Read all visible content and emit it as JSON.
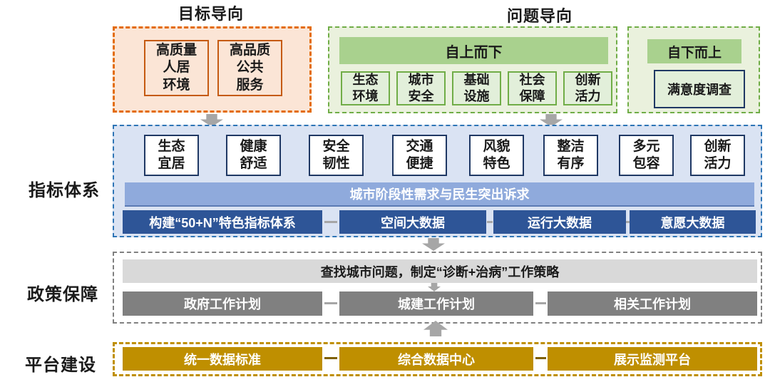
{
  "top_labels": {
    "goal": "目标导向",
    "problem": "问题导向"
  },
  "side_labels": {
    "indicator": "指标体系",
    "policy": "政策保障",
    "platform": "平台建设"
  },
  "goal_section": {
    "boxes": [
      "高质量\n人居\n环境",
      "高品质\n公共\n服务"
    ]
  },
  "topdown_section": {
    "header": "自上而下",
    "boxes": [
      "生态\n环境",
      "城市\n安全",
      "基础\n设施",
      "社会\n保障",
      "创新\n活力"
    ]
  },
  "bottomup_section": {
    "header": "自下而上",
    "box": "满意度调查"
  },
  "indicator_section": {
    "boxes": [
      "生态\n宜居",
      "健康\n舒适",
      "安全\n韧性",
      "交通\n便捷",
      "风貌\n特色",
      "整洁\n有序",
      "多元\n包容",
      "创新\n活力"
    ],
    "bar": "城市阶段性需求与民生突出诉求",
    "data_row": [
      "构建“50+N”特色指标体系",
      "空间大数据",
      "运行大数据",
      "意愿大数据"
    ]
  },
  "policy_section": {
    "bar": "查找城市问题，制定“诊断+治病”工作策略",
    "plans": [
      "政府工作计划",
      "城建工作计划",
      "相关工作计划"
    ]
  },
  "platform_section": {
    "boxes": [
      "统一数据标准",
      "综合数据中心",
      "展示监测平台"
    ]
  },
  "colors": {
    "orange_border": "#e36c09",
    "orange_fill": "#fbe5d6",
    "orange_box_border": "#c55a11",
    "green_border": "#70ad47",
    "green_fill": "#eaf1dd",
    "green_header": "#a9d18e",
    "green_box_fill": "#e2efda",
    "navy_border": "#1f3864",
    "blue_section_border": "#2e75b6",
    "blue_section_fill": "#dae3f3",
    "blue_bar": "#8faadc",
    "dark_blue_box": "#2e5597",
    "gray_border": "#808080",
    "gray_bar": "#d9d9d9",
    "gray_box": "#808080",
    "gold": "#bf8f00",
    "arrow_gray": "#a6a6a6"
  }
}
